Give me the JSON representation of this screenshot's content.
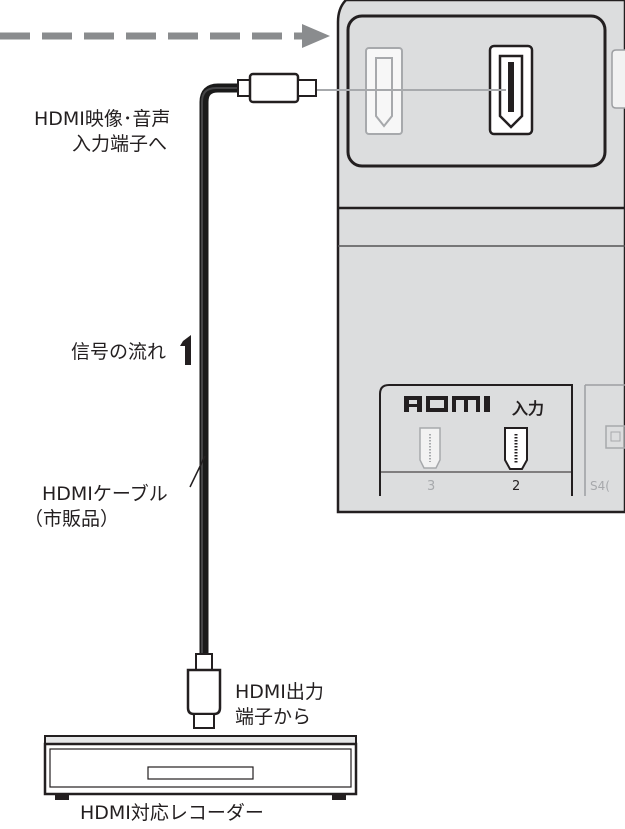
{
  "labels": {
    "hdmi_input_line1": "HDMI映像･音声",
    "hdmi_input_line2": "入力端子へ",
    "signal_flow": "信号の流れ",
    "cable_line1": "HDMIケーブル",
    "cable_line2": "（市販品）",
    "output_line1": "HDMI出力",
    "output_line2": "端子から",
    "recorder": "HDMI対応レコーダー"
  },
  "tv_panel": {
    "hdmi_logo": "HDMI",
    "input_label": "入力",
    "port_3": "3",
    "port_2": "2",
    "side_label": "S4("
  },
  "colors": {
    "panel_gray": "#dcddde",
    "cable": "#1a1a1a",
    "dash_arrow": "#8a8c8e",
    "line_gray": "#a7a9ac"
  }
}
